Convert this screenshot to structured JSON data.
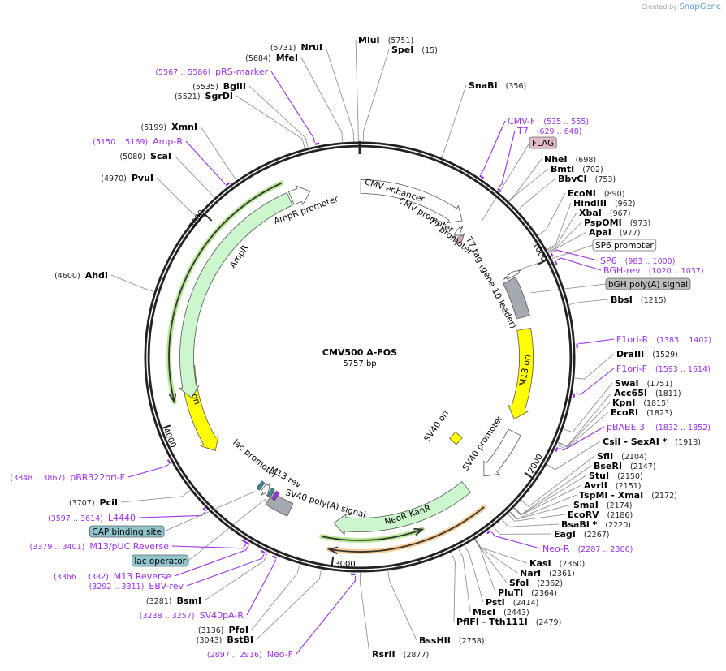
{
  "credit": {
    "prefix": "Created by",
    "brand": "SnapGene"
  },
  "plasmid": {
    "name": "CMV500 A-FOS",
    "length_label": "5757 bp",
    "length_bp": 5757
  },
  "colors": {
    "backbone": "#222222",
    "primer": "#9b30e8",
    "enzyme": "#000000",
    "leader": "#888888"
  },
  "ticks": [
    {
      "bp": 1000,
      "label": "1000"
    },
    {
      "bp": 2000,
      "label": "2000"
    },
    {
      "bp": 3000,
      "label": "3000"
    },
    {
      "bp": 4000,
      "label": "4000"
    },
    {
      "bp": 5000,
      "label": "5000"
    }
  ],
  "labels": [
    {
      "kind": "enzyme",
      "name": "MluI",
      "loc": "(5751)"
    },
    {
      "kind": "enzyme",
      "name": "SpeI",
      "loc": "(15)"
    },
    {
      "kind": "enzyme",
      "name": "SnaBI",
      "loc": "(356)"
    },
    {
      "kind": "primer",
      "name": "CMV-F",
      "loc": "(535 .. 555)"
    },
    {
      "kind": "primer",
      "name": "T7",
      "loc": "(629 .. 648)"
    },
    {
      "kind": "box",
      "name": "FLAG",
      "bp": 670,
      "fill": "#e3bccb"
    },
    {
      "kind": "enzyme",
      "name": "NheI",
      "loc": "(698)"
    },
    {
      "kind": "enzyme",
      "name": "BmtI",
      "loc": "(702)"
    },
    {
      "kind": "enzyme",
      "name": "BbvCI",
      "loc": "(753)"
    },
    {
      "kind": "enzyme",
      "name": "EcoNI",
      "loc": "(890)"
    },
    {
      "kind": "enzyme",
      "name": "HindIII",
      "loc": "(962)"
    },
    {
      "kind": "enzyme",
      "name": "XbaI",
      "loc": "(967)"
    },
    {
      "kind": "enzyme",
      "name": "PspOMI",
      "loc": "(973)"
    },
    {
      "kind": "enzyme",
      "name": "ApaI",
      "loc": "(977)"
    },
    {
      "kind": "box",
      "name": "SP6 promoter",
      "bp": 980,
      "fill": "#ffffff"
    },
    {
      "kind": "primer",
      "name": "SP6",
      "loc": "(983 .. 1000)"
    },
    {
      "kind": "primer",
      "name": "BGH-rev",
      "loc": "(1020 .. 1037)"
    },
    {
      "kind": "box",
      "name": "bGH poly(A) signal",
      "bp": 1110,
      "fill": "#bdbdbd"
    },
    {
      "kind": "enzyme",
      "name": "BbsI",
      "loc": "(1215)"
    },
    {
      "kind": "primer",
      "name": "F1ori-R",
      "loc": "(1383 .. 1402)"
    },
    {
      "kind": "enzyme",
      "name": "DraIII",
      "loc": "(1529)"
    },
    {
      "kind": "primer",
      "name": "F1ori-F",
      "loc": "(1593 .. 1614)"
    },
    {
      "kind": "enzyme",
      "name": "SwaI",
      "loc": "(1751)"
    },
    {
      "kind": "enzyme",
      "name": "Acc65I",
      "loc": "(1811)"
    },
    {
      "kind": "enzyme",
      "name": "KpnI",
      "loc": "(1815)"
    },
    {
      "kind": "enzyme",
      "name": "EcoRI",
      "loc": "(1823)"
    },
    {
      "kind": "primer",
      "name": "pBABE 3'",
      "loc": "(1832 .. 1852)"
    },
    {
      "kind": "enzyme",
      "name": "CsiI  - SexAI *",
      "loc": "(1918)"
    },
    {
      "kind": "enzyme",
      "name": "SfiI",
      "loc": "(2104)"
    },
    {
      "kind": "enzyme",
      "name": "BseRI",
      "loc": "(2147)"
    },
    {
      "kind": "enzyme",
      "name": "StuI",
      "loc": "(2150)"
    },
    {
      "kind": "enzyme",
      "name": "AvrII",
      "loc": "(2151)"
    },
    {
      "kind": "enzyme",
      "name": "TspMI  - XmaI",
      "loc": "(2172)"
    },
    {
      "kind": "enzyme",
      "name": "SmaI",
      "loc": "(2174)"
    },
    {
      "kind": "enzyme",
      "name": "EcoRV",
      "loc": "(2186)"
    },
    {
      "kind": "enzyme",
      "name": "BsaBI *",
      "loc": "(2220)"
    },
    {
      "kind": "enzyme",
      "name": "EagI",
      "loc": "(2267)"
    },
    {
      "kind": "primer",
      "name": "Neo-R",
      "loc": "(2287 .. 2306)"
    },
    {
      "kind": "enzyme",
      "name": "KasI",
      "loc": "(2360)"
    },
    {
      "kind": "enzyme",
      "name": "NarI",
      "loc": "(2361)"
    },
    {
      "kind": "enzyme",
      "name": "SfoI",
      "loc": "(2362)"
    },
    {
      "kind": "enzyme",
      "name": "PluTI",
      "loc": "(2364)"
    },
    {
      "kind": "enzyme",
      "name": "PstI",
      "loc": "(2414)"
    },
    {
      "kind": "enzyme",
      "name": "MscI",
      "loc": "(2443)"
    },
    {
      "kind": "enzyme",
      "name": "PflFI  - Tth111I",
      "loc": "(2479)"
    },
    {
      "kind": "enzyme",
      "name": "BssHII",
      "loc": "(2758)"
    },
    {
      "kind": "enzyme",
      "name": "RsrII",
      "loc": "(2877)"
    },
    {
      "kind": "enzyme",
      "name": "NruI",
      "loc": "(5731)"
    },
    {
      "kind": "enzyme",
      "name": "MfeI",
      "loc": "(5684)"
    },
    {
      "kind": "primer",
      "name": "pRS-marker",
      "loc": "(5567 .. 5586)"
    },
    {
      "kind": "enzyme",
      "name": "BglII",
      "loc": "(5535)"
    },
    {
      "kind": "enzyme",
      "name": "SgrDI",
      "loc": "(5521)"
    },
    {
      "kind": "enzyme",
      "name": "XmnI",
      "loc": "(5199)"
    },
    {
      "kind": "primer",
      "name": "Amp-R",
      "loc": "(5150 .. 5169)"
    },
    {
      "kind": "enzyme",
      "name": "ScaI",
      "loc": "(5080)"
    },
    {
      "kind": "enzyme",
      "name": "PvuI",
      "loc": "(4970)"
    },
    {
      "kind": "enzyme",
      "name": "AhdI",
      "loc": "(4600)"
    },
    {
      "kind": "primer",
      "name": "pBR322ori-F",
      "loc": "(3848 .. 3867)"
    },
    {
      "kind": "enzyme",
      "name": "PciI",
      "loc": "(3707)"
    },
    {
      "kind": "primer",
      "name": "L4440",
      "loc": "(3597 .. 3614)"
    },
    {
      "kind": "box",
      "name": "CAP binding site",
      "bp": 3485,
      "fill": "#8fc4cd"
    },
    {
      "kind": "primer",
      "name": "M13/pUC Reverse",
      "loc": "(3379 .. 3401)"
    },
    {
      "kind": "box",
      "name": "lac operator",
      "bp": 3415,
      "fill": "#8fc4cd"
    },
    {
      "kind": "primer",
      "name": "M13 Reverse",
      "loc": "(3366 .. 3382)"
    },
    {
      "kind": "primer",
      "name": "EBV-rev",
      "loc": "(3292 .. 3311)"
    },
    {
      "kind": "enzyme",
      "name": "BsmI",
      "loc": "(3281)"
    },
    {
      "kind": "primer",
      "name": "SV40pA-R",
      "loc": "(3238 .. 3257)"
    },
    {
      "kind": "enzyme",
      "name": "PfoI",
      "loc": "(3136)"
    },
    {
      "kind": "enzyme",
      "name": "BstBI",
      "loc": "(3043)"
    },
    {
      "kind": "primer",
      "name": "Neo-F",
      "loc": "(2897 .. 2916)"
    }
  ],
  "features": [
    {
      "name": "CMV enhancer",
      "range": [
        5,
        590
      ],
      "direction": "cw",
      "fill": "#ffffff"
    },
    {
      "name": "CMV promoter",
      "range": [
        540,
        590
      ],
      "direction": "cw",
      "fill": "#ffffff"
    },
    {
      "name": "T7 promoter",
      "range": [
        600,
        625
      ],
      "direction": "cw",
      "fill": "#ffffff"
    },
    {
      "name": "T7 tag (gene 10 leader)",
      "range": [
        630,
        662
      ],
      "direction": "cw",
      "fill": "#d9a4c0"
    },
    {
      "name": "SP6 promoter",
      "range": [
        972,
        995
      ],
      "direction": "ccw",
      "fill": "#ffffff"
    },
    {
      "name": "bGH poly(A) signal",
      "range": [
        1005,
        1220
      ],
      "direction": "none",
      "fill": "#a5a9b0"
    },
    {
      "name": "M13 ori",
      "range": [
        1286,
        1790
      ],
      "direction": "cw",
      "fill": "#ffff00"
    },
    {
      "name": "SV40 promoter",
      "range": [
        1855,
        2140
      ],
      "direction": "cw",
      "fill": "#ffffff"
    },
    {
      "name": "SV40 ori",
      "range": [
        2050,
        2115
      ],
      "direction": "none",
      "fill": "#ffff00"
    },
    {
      "name": "NeoR/KanR",
      "range": [
        2250,
        3020
      ],
      "direction": "cw",
      "fill": "#ccf7cc"
    },
    {
      "name": "SV40 poly(A) signal",
      "range": [
        3270,
        3400
      ],
      "direction": "none",
      "fill": "#a5a9b0"
    },
    {
      "name": "M13 rev",
      "range": [
        3368,
        3388
      ],
      "direction": "none",
      "fill": "#9b30e8"
    },
    {
      "name": "lac operator",
      "range": [
        3400,
        3420
      ],
      "direction": "none",
      "fill": "#3b8a99"
    },
    {
      "name": "lac promoter",
      "range": [
        3425,
        3460
      ],
      "direction": "ccw",
      "fill": "#ffffff"
    },
    {
      "name": "CAP binding site",
      "range": [
        3470,
        3490
      ],
      "direction": "none",
      "fill": "#3b8a99"
    },
    {
      "name": "ori",
      "range": [
        3790,
        4270
      ],
      "direction": "ccw",
      "fill": "#ffff00"
    },
    {
      "name": "AmpR",
      "range": [
        4100,
        5375
      ],
      "direction": "ccw",
      "fill": "#ccf7cc"
    },
    {
      "name": "AmpR promoter",
      "range": [
        5385,
        5490
      ],
      "direction": "cw",
      "fill": "#ffffff"
    }
  ],
  "orfs": [
    {
      "range": [
        2560,
        3070
      ],
      "direction": "ccw",
      "glow": "#a6e27a"
    },
    {
      "range": [
        2245,
        3023
      ],
      "direction": "cw",
      "glow": "#f8c27a"
    },
    {
      "range": [
        4100,
        5370
      ],
      "direction": "ccw",
      "glow": "#a6e27a"
    }
  ]
}
